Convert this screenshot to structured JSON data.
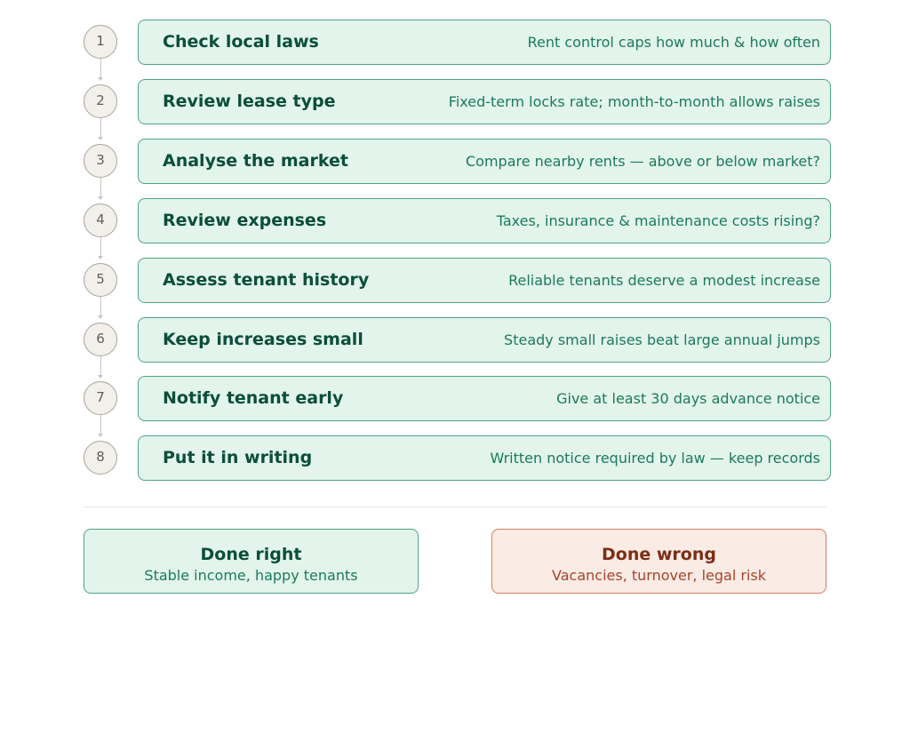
{
  "steps": [
    {
      "number": "1",
      "title": "Check local laws",
      "description": "Rent control caps how much & how often"
    },
    {
      "number": "2",
      "title": "Review lease type",
      "description": "Fixed-term locks rate; month-to-month allows raises"
    },
    {
      "number": "3",
      "title": "Analyse the market",
      "description": "Compare nearby rents — above or below market?"
    },
    {
      "number": "4",
      "title": "Review expenses",
      "description": "Taxes, insurance & maintenance costs rising?"
    },
    {
      "number": "5",
      "title": "Assess tenant history",
      "description": "Reliable tenants deserve a modest increase"
    },
    {
      "number": "6",
      "title": "Keep increases small",
      "description": "Steady small raises beat large annual jumps"
    },
    {
      "number": "7",
      "title": "Notify tenant early",
      "description": "Give at least 30 days advance notice"
    },
    {
      "number": "8",
      "title": "Put it in writing",
      "description": "Written notice required by law — keep records"
    }
  ],
  "outcomes": {
    "good": {
      "title": "Done right",
      "subtitle": "Stable income, happy tenants"
    },
    "bad": {
      "title": "Done wrong",
      "subtitle": "Vacancies, turnover, legal risk"
    }
  },
  "colors": {
    "step_fill": "#e2f4ec",
    "step_border": "#4ea384",
    "step_title": "#0b4e3b",
    "step_desc": "#1c7a5a",
    "number_fill": "#f2f0ea",
    "number_border": "#a8a49a",
    "bad_fill": "#fbebe5",
    "bad_border": "#d77b60",
    "bad_title": "#7d2c14",
    "bad_text": "#a9442a"
  }
}
